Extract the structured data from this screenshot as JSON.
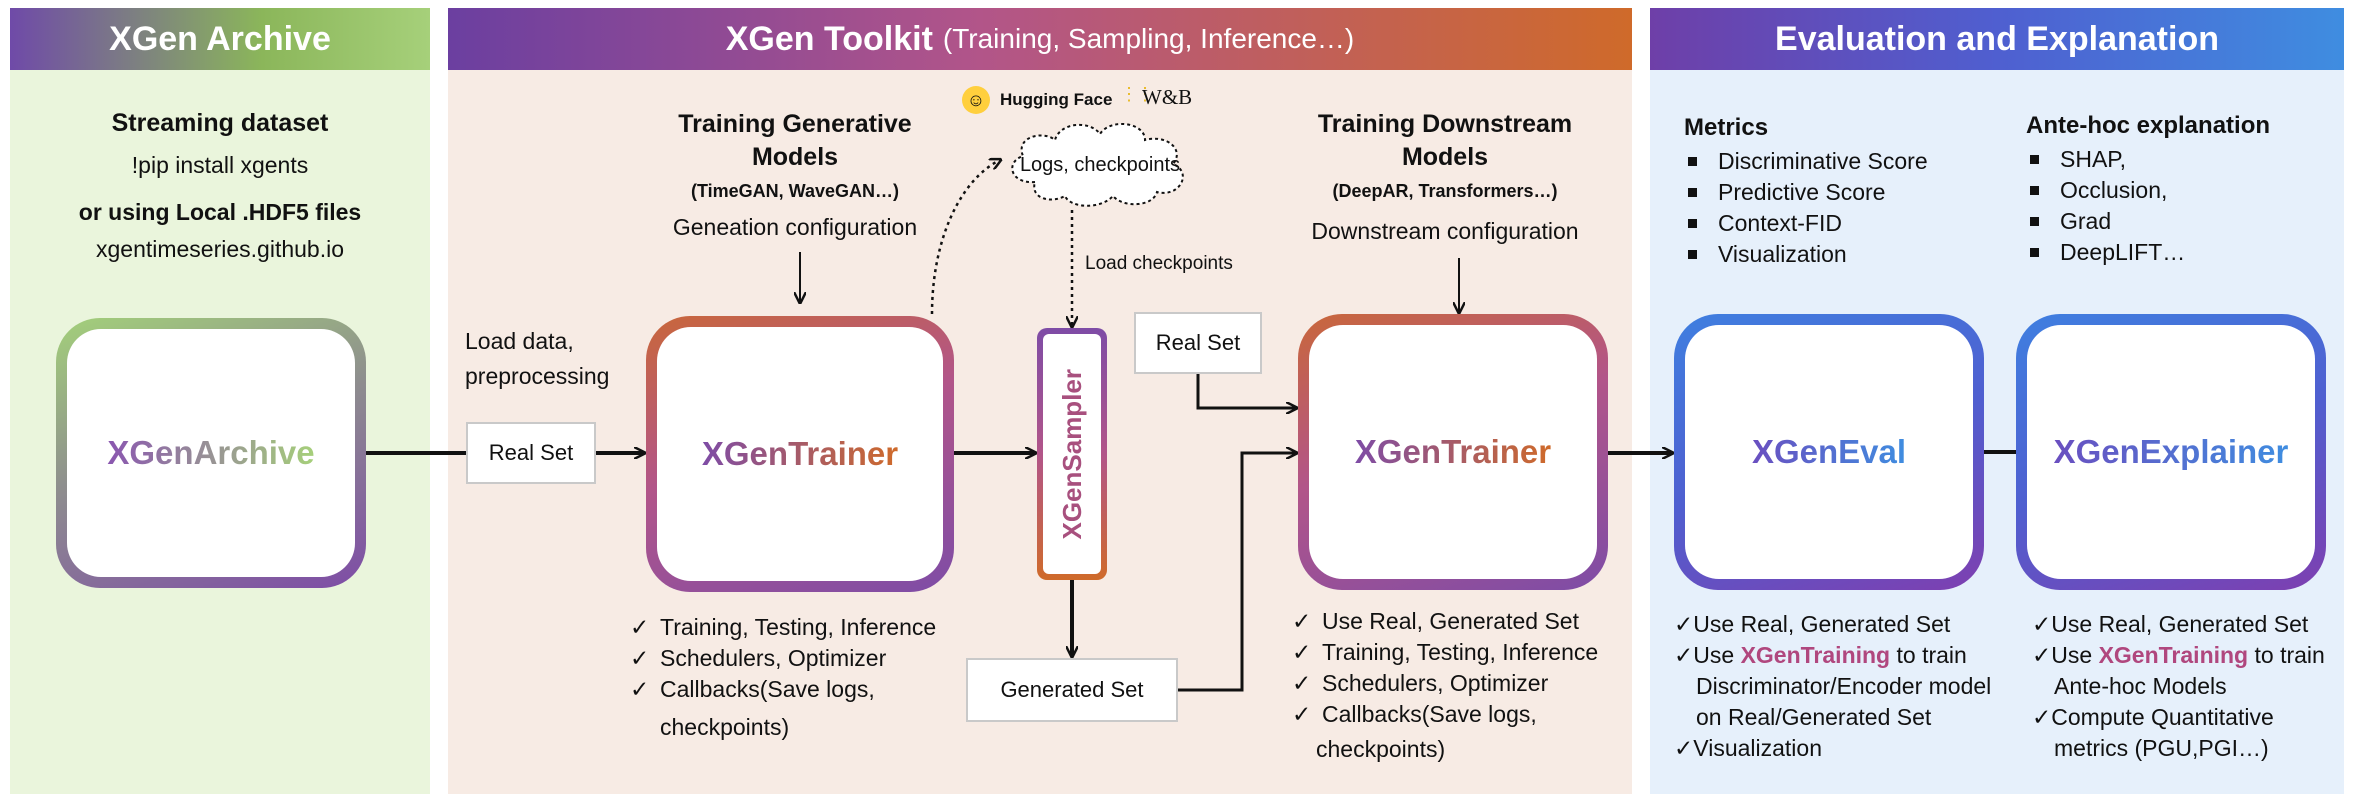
{
  "colors": {
    "archive_header": "#7ebd4a",
    "toolkit_header_start": "#6b3fa0",
    "toolkit_header_end": "#cf6a2a",
    "eval_header": "#5a4fc8",
    "archive_bg": "#eaf5dc",
    "toolkit_bg": "#f7ebe4",
    "eval_bg": "#e6f0fb",
    "highlight": "#b0477e"
  },
  "archive": {
    "header": "XGen Archive",
    "title": "Streaming dataset",
    "pip": "!pip install xgents",
    "local": "or using Local .HDF5 files",
    "site": "xgentimeseries.github.io",
    "box_label": "XGenArchive"
  },
  "toolkit": {
    "header": "XGen Toolkit",
    "header_sub": "(Training, Sampling, Inference…)",
    "load_data_l1": "Load data,",
    "load_data_l2": "preprocessing",
    "real_set": "Real Set",
    "gen_title_l1": "Training Generative",
    "gen_title_l2": "Models",
    "gen_models": "(TimeGAN, WaveGAN…)",
    "gen_config": "Geneation configuration",
    "trainer1_label": "XGenTrainer",
    "trainer1_checks": [
      "Training, Testing, Inference",
      "Schedulers, Optimizer",
      "Callbacks(Save logs,",
      "checkpoints)"
    ],
    "hugging_face": "Hugging Face",
    "wandb": "W&B",
    "cloud_text": "Logs, checkpoints",
    "load_checkpoints": "Load checkpoints",
    "sampler_label": "XGenSampler",
    "generated_set": "Generated Set",
    "real_set2": "Real Set",
    "down_title_l1": "Training Downstream",
    "down_title_l2": "Models",
    "down_models": "(DeepAR, Transformers…)",
    "down_config": "Downstream configuration",
    "trainer2_label": "XGenTrainer",
    "trainer2_checks": [
      "Use Real, Generated Set",
      "Training, Testing, Inference",
      "Schedulers, Optimizer",
      "Callbacks(Save logs,",
      "checkpoints)"
    ]
  },
  "evaluation": {
    "header": "Evaluation and Explanation",
    "metrics_title": "Metrics",
    "metrics": [
      "Discriminative Score",
      "Predictive Score",
      "Context-FID",
      "Visualization"
    ],
    "antehoc_title": "Ante-hoc explanation",
    "antehoc": [
      "SHAP,",
      "Occlusion,",
      "Grad",
      "DeepLIFT…"
    ],
    "eval_label": "XGenEval",
    "explainer_label": "XGenExplainer",
    "eval_c1": "Use Real, Generated Set",
    "eval_c2_pre": "Use ",
    "eval_c2_hl": "XGenTraining",
    "eval_c2_post": " to train",
    "eval_c2_l2": "Discriminator/Encoder model",
    "eval_c2_l3": "on Real/Generated Set",
    "eval_c3": "Visualization",
    "exp_c1": "Use Real, Generated Set",
    "exp_c2_pre": "Use ",
    "exp_c2_hl": "XGenTraining",
    "exp_c2_post": " to train",
    "exp_c2_l2": "Ante-hoc Models",
    "exp_c3": "Compute Quantitative",
    "exp_c3_l2": "metrics (PGU,PGI…)"
  }
}
